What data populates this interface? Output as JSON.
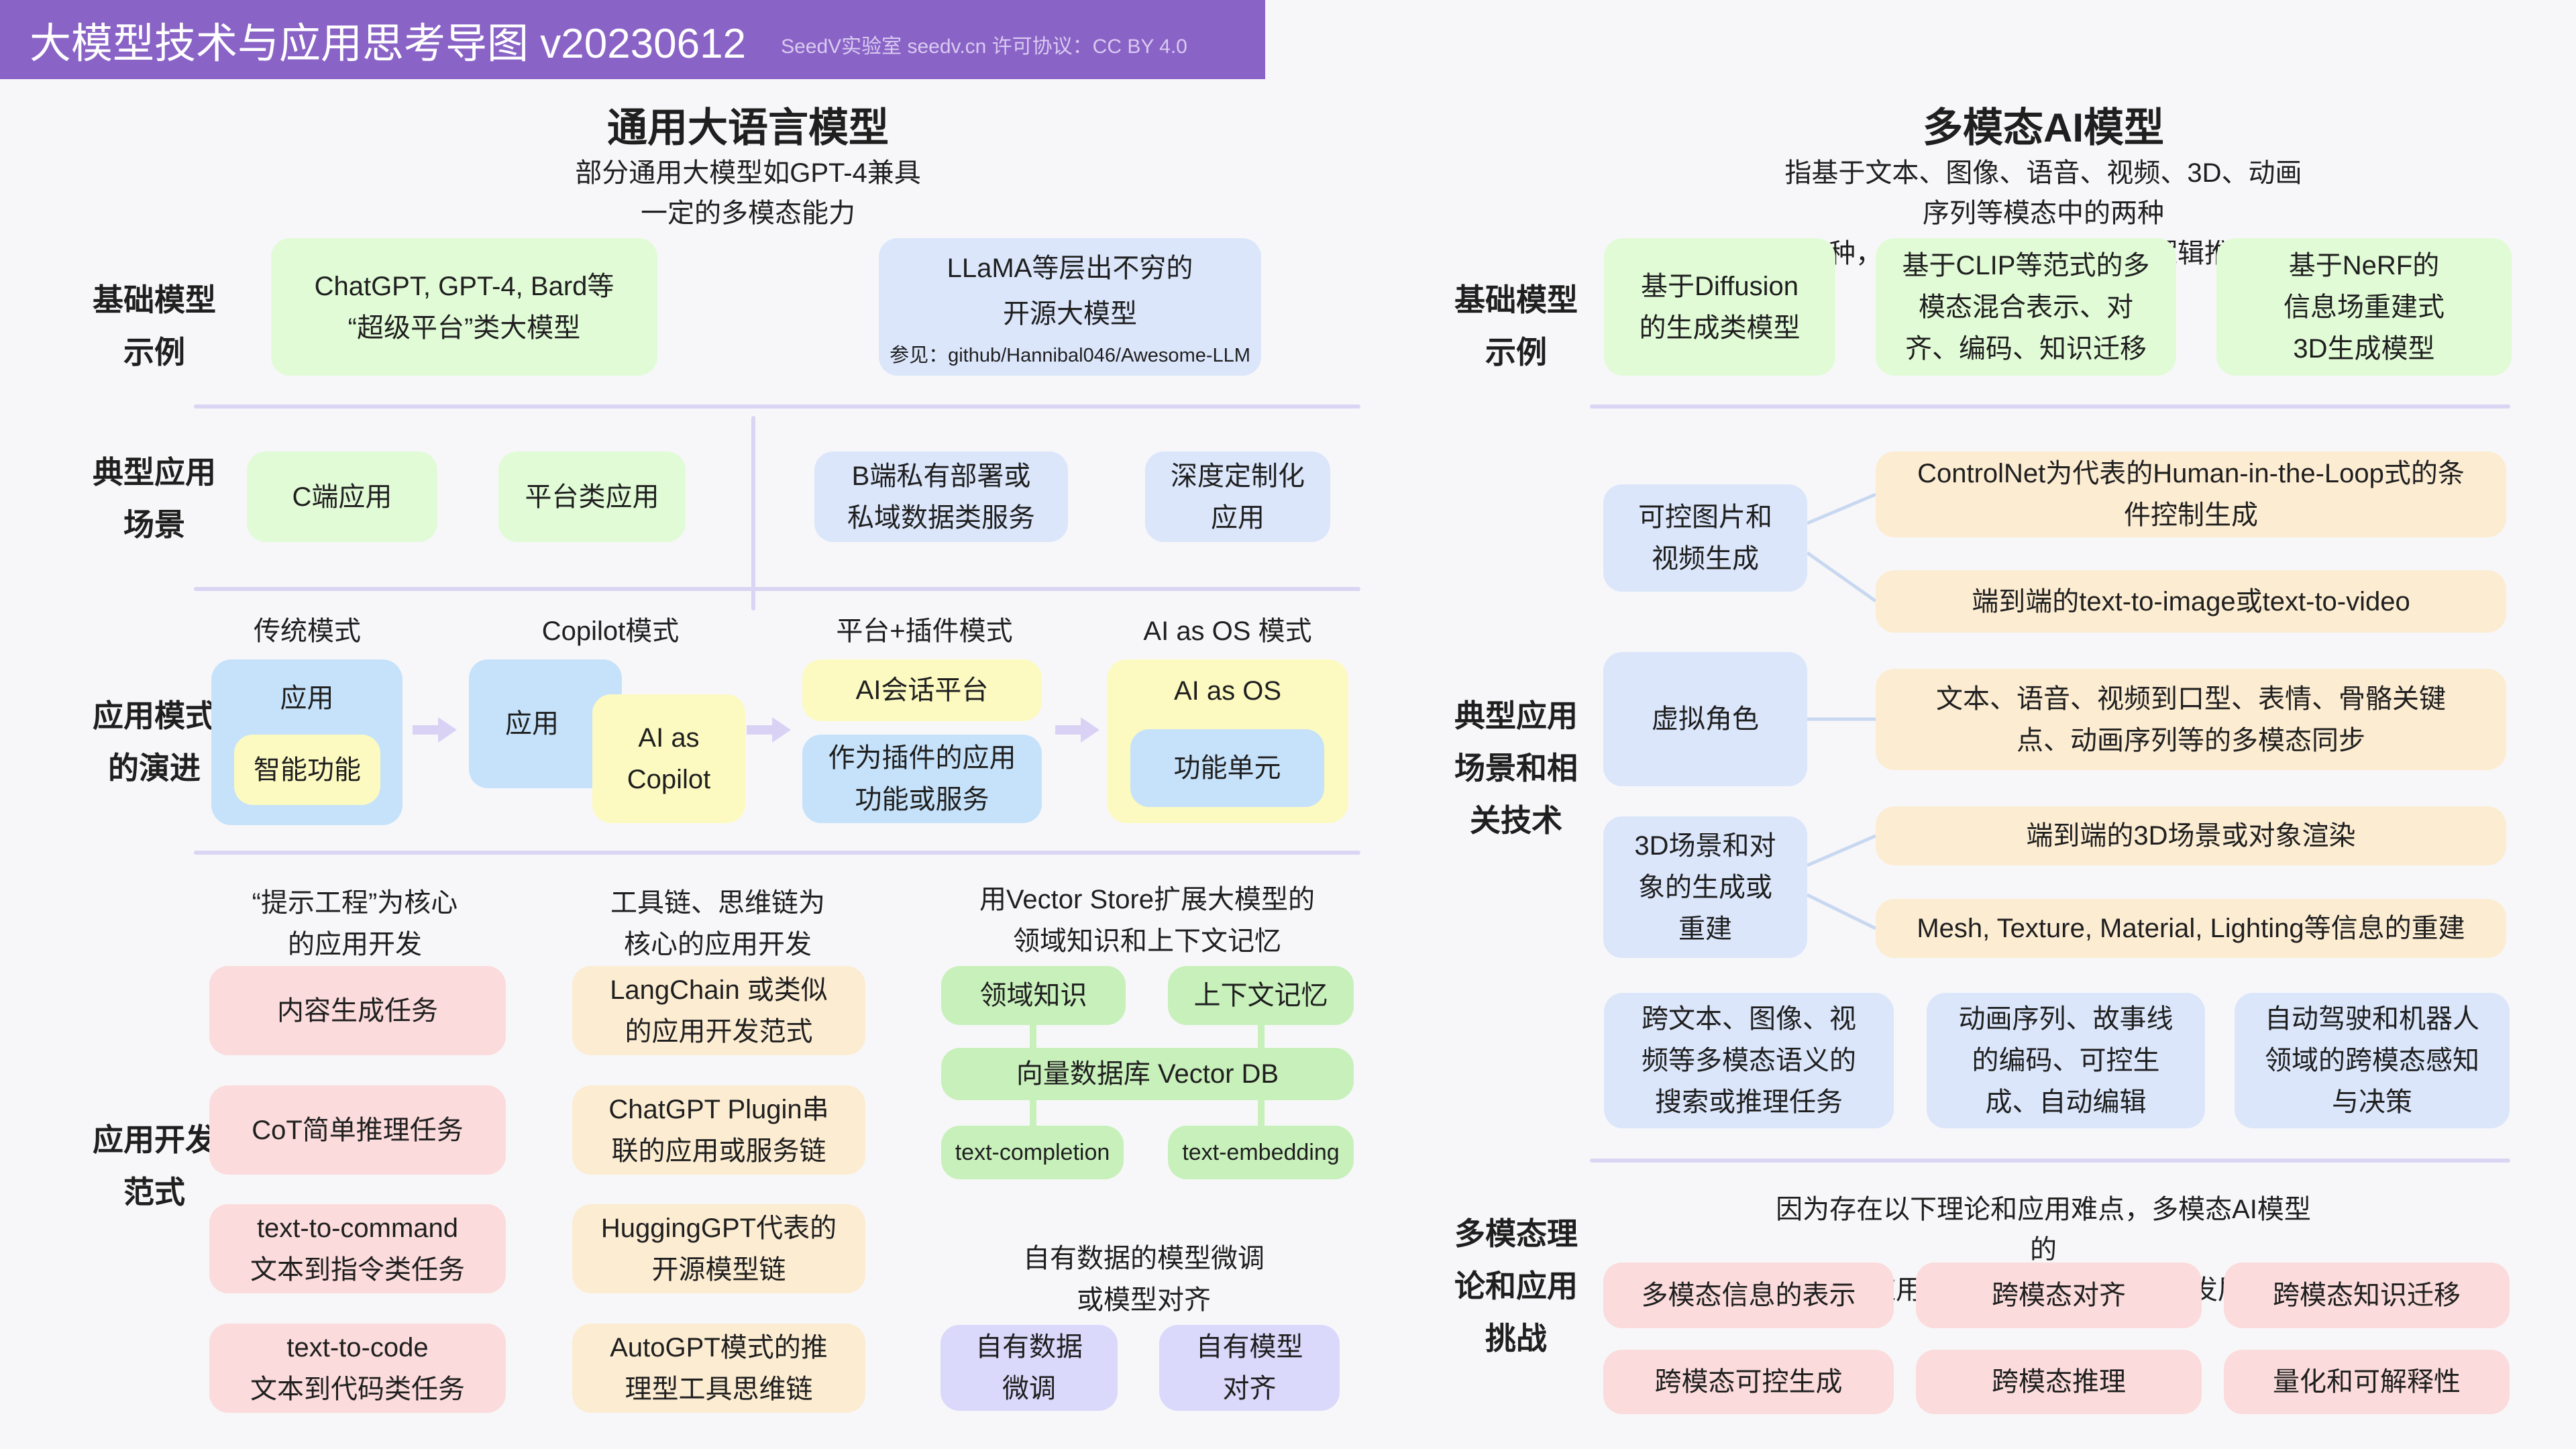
{
  "header": {
    "title": "大模型技术与应用思考导图 v20230612",
    "meta": "SeedV实验室 seedv.cn 许可协议：CC BY 4.0"
  },
  "colors": {
    "header_bg": "#8a63c6",
    "green_light": "#e2fbd7",
    "green_mid": "#c8f0bb",
    "blue_light": "#dbe6fb",
    "sky_blue": "#c6e2fa",
    "yellow": "#fcfac1",
    "pink": "#fbdbdb",
    "orange": "#fcecd2",
    "purple_light": "#dad8fb",
    "divider": "#d9d5f3",
    "arrow": "#d9d2f5",
    "connector_blue": "#c8d8f0"
  },
  "left": {
    "title": "通用大语言模型",
    "subtitle": "部分通用大模型如GPT-4兼具\n一定的多模态能力",
    "labels": {
      "foundation": "基础模型\n示例",
      "scenarios": "典型应用\n场景",
      "evolution": "应用模式\n的演进",
      "paradigms": "应用开发\n范式"
    },
    "foundation": {
      "super_platform": "ChatGPT, GPT-4, Bard等\n“超级平台”类大模型",
      "open_source": "LLaMA等层出不穷的\n开源大模型",
      "open_source_note": "参见：github/Hannibal046/Awesome-LLM"
    },
    "scenarios": {
      "c_end": "C端应用",
      "platform": "平台类应用",
      "b_end": "B端私有部署或\n私域数据类服务",
      "custom": "深度定制化\n应用"
    },
    "evolution": {
      "stage1": "传统模式",
      "stage2": "Copilot模式",
      "stage3": "平台+插件模式",
      "stage4": "AI as OS 模式",
      "app1": "应用",
      "feature1": "智能功能",
      "app2": "应用",
      "copilot": "AI as\nCopilot",
      "chat_platform": "AI会话平台",
      "plugin": "作为插件的应用\n功能或服务",
      "ai_os": "AI as OS",
      "unit": "功能单元"
    },
    "paradigms": {
      "col1_header": "“提示工程”为核心\n的应用开发",
      "col1": [
        "内容生成任务",
        "CoT简单推理任务",
        "text-to-command\n文本到指令类任务",
        "text-to-code\n文本到代码类任务"
      ],
      "col2_header": "工具链、思维链为\n核心的应用开发",
      "col2": [
        "LangChain 或类似\n的应用开发范式",
        "ChatGPT Plugin串\n联的应用或服务链",
        "HuggingGPT代表的\n开源模型链",
        "AutoGPT模式的推\n理型工具思维链"
      ],
      "col3_header": "用Vector Store扩展大模型的\n领域知识和上下文记忆",
      "domain_knowledge": "领域知识",
      "context_memory": "上下文记忆",
      "vector_db": "向量数据库 Vector DB",
      "text_completion": "text-completion",
      "text_embedding": "text-embedding",
      "finetune_header": "自有数据的模型微调\n或模型对齐",
      "own_data": "自有数据\n微调",
      "own_model": "自有模型\n对齐"
    }
  },
  "right": {
    "title": "多模态AI模型",
    "subtitle": "指基于文本、图像、语音、视频、3D、动画序列等模态中的两种\n或多种，完成生成、语义理解、逻辑推理等任务的AI模型",
    "labels": {
      "foundation": "基础模型\n示例",
      "scenarios": "典型应用\n场景和相\n关技术",
      "challenges": "多模态理\n论和应用\n挑战"
    },
    "foundation": [
      "基于Diffusion\n的生成类模型",
      "基于CLIP等范式的多\n模态混合表示、对\n齐、编码、知识迁移",
      "基于NeRF的\n信息场重建式\n3D生成模型"
    ],
    "scenarios": {
      "controllable": "可控图片和\n视频生成",
      "controlnet": "ControlNet为代表的Human-in-the-Loop式的条\n件控制生成",
      "end2end": "端到端的text-to-image或text-to-video",
      "avatar": "虚拟角色",
      "avatar_sync": "文本、语音、视频到口型、表情、骨骼关键\n点、动画序列等的多模态同步",
      "scene3d": "3D场景和对\n象的生成或\n重建",
      "render3d": "端到端的3D场景或对象渲染",
      "mesh": "Mesh, Texture, Material, Lighting等信息的重建",
      "cross_modal_search": "跨文本、图像、视\n频等多模态语义的\n搜索或推理任务",
      "anim_edit": "动画序列、故事线\n的编码、可控生\n成、自动编辑",
      "driving": "自动驾驶和机器人\n领域的跨模态感知\n与决策"
    },
    "challenges": {
      "subtitle": "因为存在以下理论和应用难点，多模态AI模型的\n科研与应用远未成熟，还存在巨大发展空间",
      "items": [
        "多模态信息的表示",
        "跨模态对齐",
        "跨模态知识迁移",
        "跨模态可控生成",
        "跨模态推理",
        "量化和可解释性"
      ]
    }
  }
}
